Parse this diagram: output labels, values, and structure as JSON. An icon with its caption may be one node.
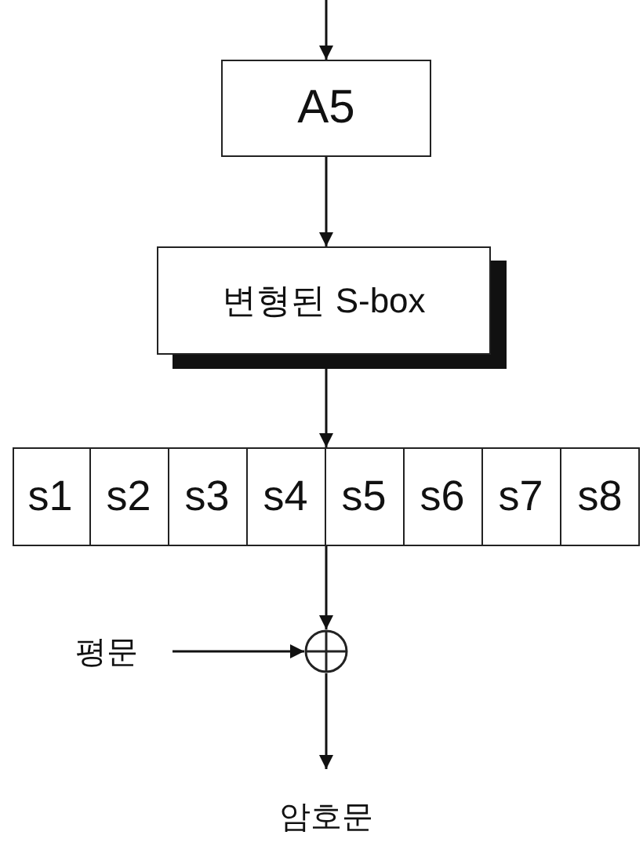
{
  "diagram": {
    "nodes": [
      {
        "text": [
          "A5"
        ]
      },
      {
        "text": [
          "변형된 S-box"
        ]
      },
      {
        "text": [],
        "shape": "box"
      },
      {
        "text": [
          "s1"
        ],
        "in": 2
      },
      {
        "text": [
          "s2"
        ],
        "in": 2
      },
      {
        "text": [
          "s3"
        ],
        "in": 2
      },
      {
        "text": [
          "s4"
        ],
        "in": 2
      },
      {
        "text": [
          "s5"
        ],
        "in": 2
      },
      {
        "text": [
          "s6"
        ],
        "in": 2
      },
      {
        "text": [
          "s7"
        ],
        "in": 2
      },
      {
        "text": [
          "s8"
        ],
        "in": 2
      },
      {
        "text": [],
        "shape": "circle"
      },
      {
        "text": [
          "평문"
        ]
      },
      {
        "text": [
          "암호문"
        ]
      }
    ],
    "edges": [
      {
        "from": null,
        "to": 0,
        "arrow": "to"
      },
      {
        "from": 0,
        "to": 1,
        "arrow": "to"
      },
      {
        "from": 1,
        "to": 2,
        "arrow": "to"
      },
      {
        "from": 2,
        "to": 11,
        "arrow": "to"
      },
      {
        "from": 12,
        "to": 11,
        "arrow": "to"
      },
      {
        "from": 11,
        "to": 13,
        "arrow": "to"
      }
    ]
  }
}
